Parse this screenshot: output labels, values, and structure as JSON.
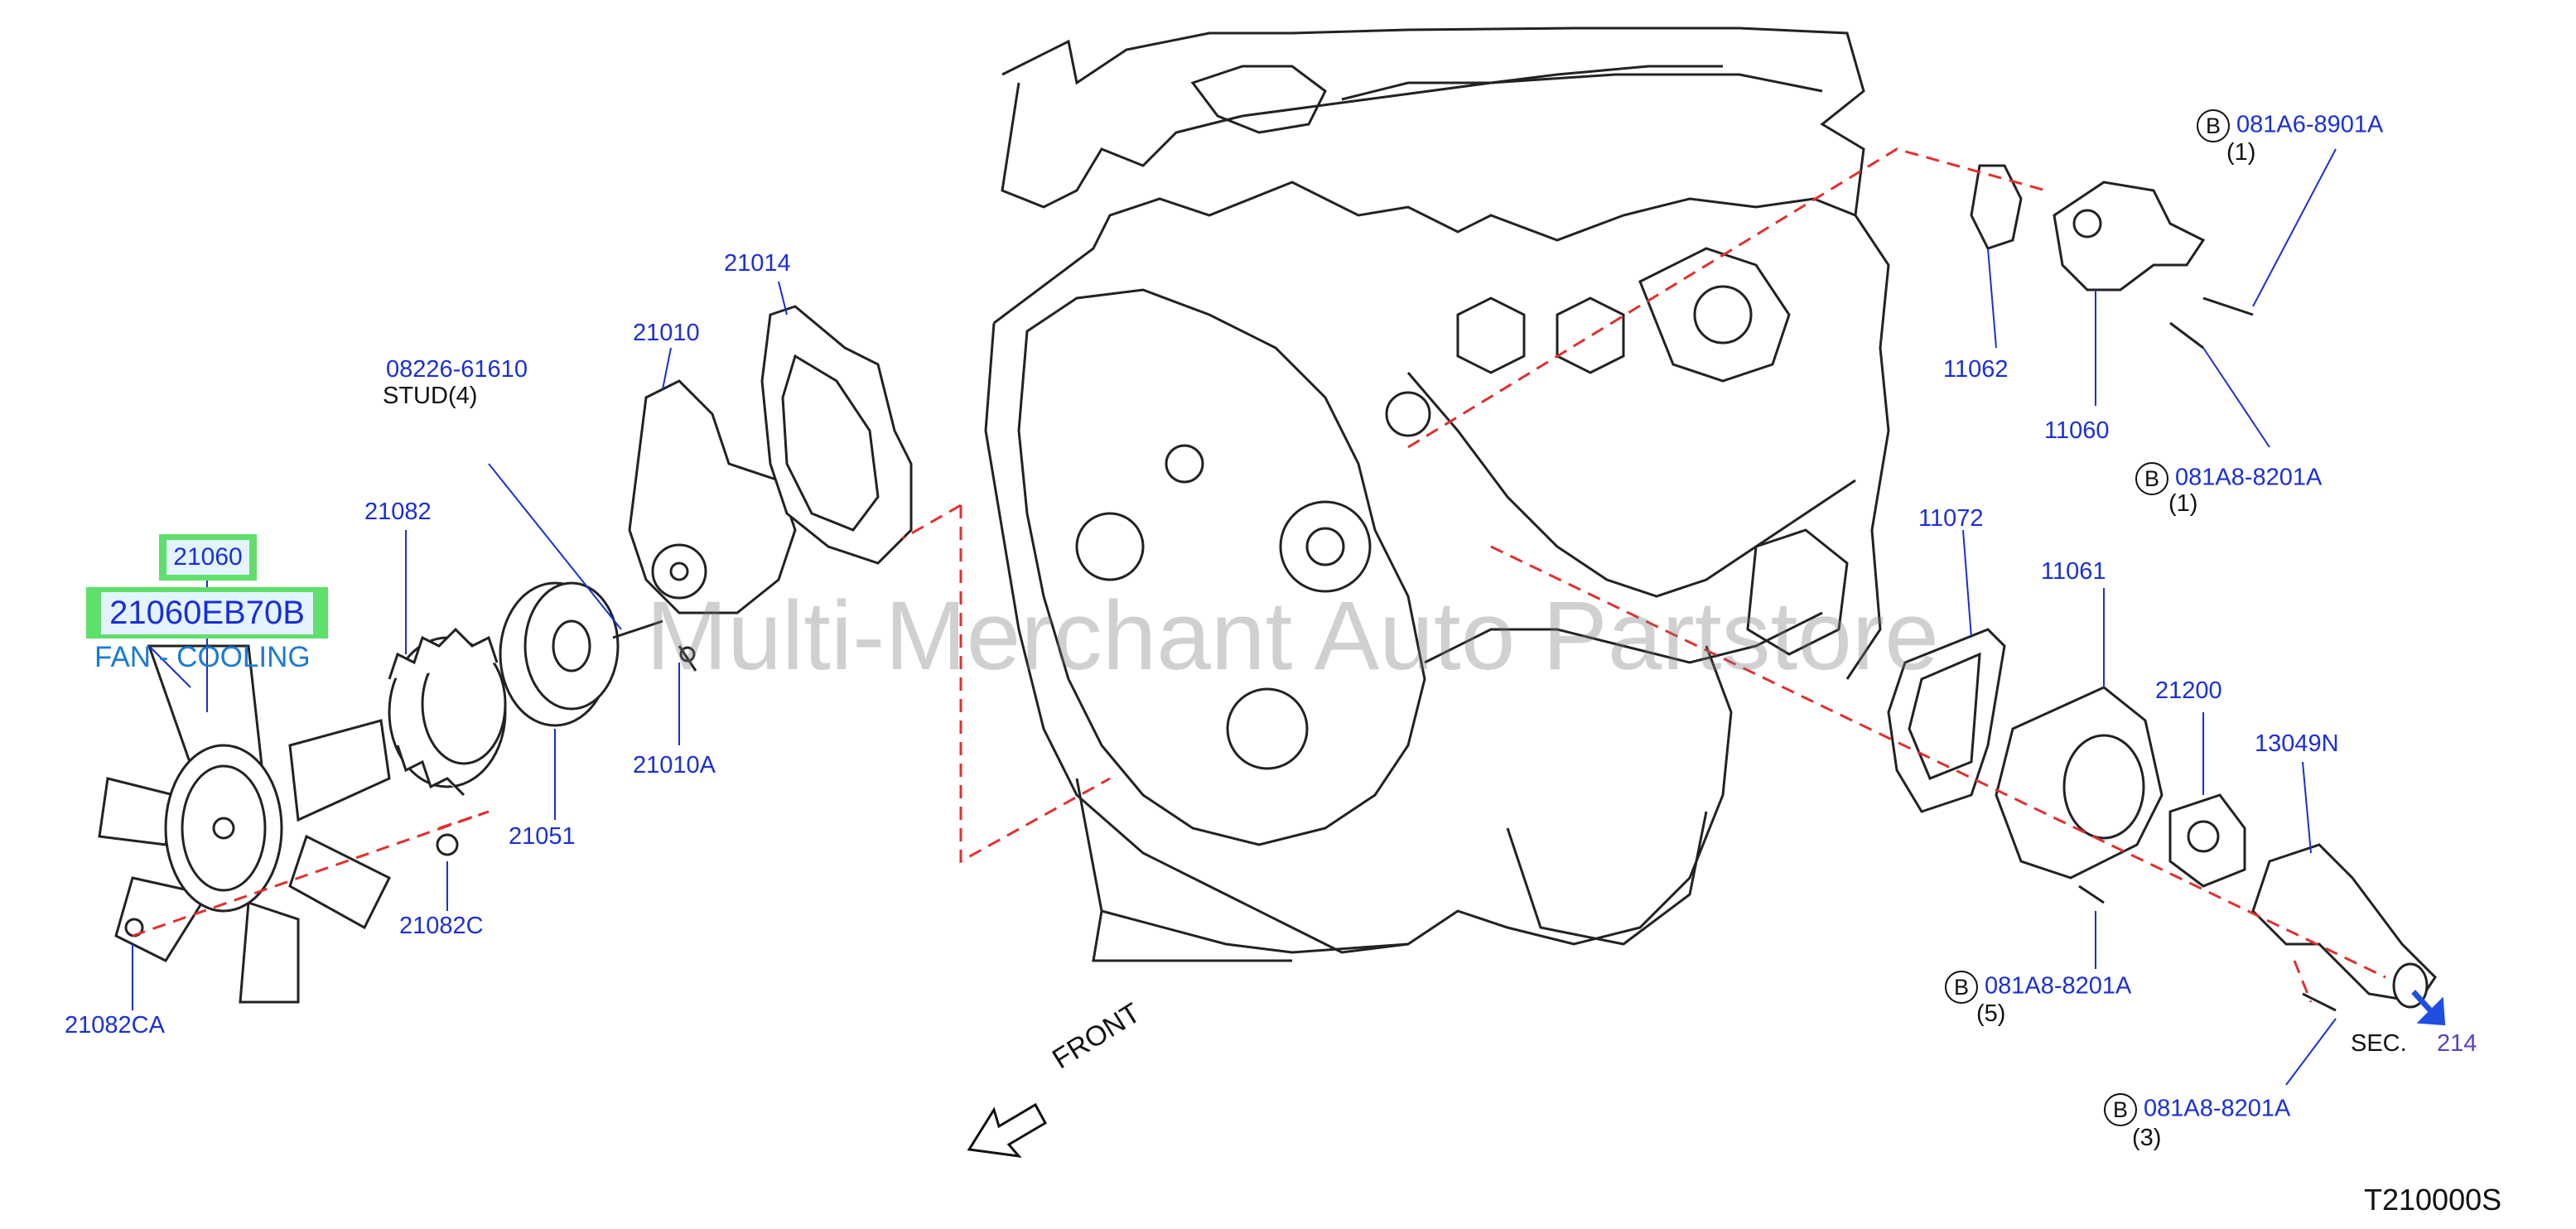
{
  "callouts": {
    "part_21060": "21060",
    "part_21060EB70B": "21060EB70B",
    "fan_cooling": "FAN - COOLING",
    "part_21082": "21082",
    "part_21082C": "21082C",
    "part_21082CA": "21082CA",
    "part_21051": "21051",
    "part_08226": "08226-61610",
    "stud": "STUD(4)",
    "part_21010": "21010",
    "part_21010A": "21010A",
    "part_21014": "21014",
    "part_11062": "11062",
    "part_11060": "11060",
    "bolt_081A6": "081A6-8901A",
    "qty_1a": "(1)",
    "bolt_081A8_1": "081A8-8201A",
    "qty_1b": "(1)",
    "part_11072": "11072",
    "part_11061": "11061",
    "part_21200": "21200",
    "part_13049N": "13049N",
    "bolt_081A8_5": "081A8-8201A",
    "qty_5": "(5)",
    "bolt_081A8_3": "081A8-8201A",
    "qty_3": "(3)",
    "sec": "SEC.",
    "sec_num": "214",
    "b_mark": "B"
  },
  "front_label": "FRONT",
  "watermark": "Multi-Merchant Auto Partstore",
  "diagram_code": "T210000S",
  "colors": {
    "label_blue": "#1a2fd6",
    "highlight_green": "#5ee06b",
    "dash_red": "#e03030",
    "arrow_blue": "#1f4fe0"
  }
}
